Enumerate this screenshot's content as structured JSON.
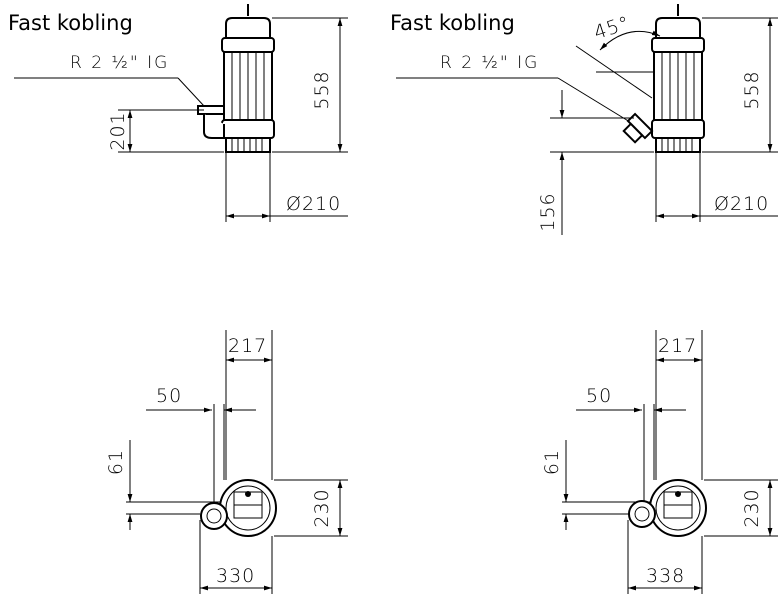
{
  "views": {
    "top_left": {
      "title": "Fast kobling",
      "connection": "R 2 ½\" IG",
      "height_dim": "558",
      "outlet_height_dim": "201",
      "diameter_dim": "Ø210"
    },
    "top_right": {
      "title": "Fast kobling",
      "connection": "R 2 ½\" IG",
      "angle_dim": "45°",
      "height_dim": "558",
      "outlet_height_dim": "156",
      "diameter_dim": "Ø210"
    },
    "bottom_left": {
      "width_dim": "217",
      "offset_dim": "50",
      "outlet_offset_dim": "61",
      "depth_dim": "230",
      "total_dim": "330"
    },
    "bottom_right": {
      "width_dim": "217",
      "offset_dim": "50",
      "outlet_offset_dim": "61",
      "depth_dim": "230",
      "total_dim": "338"
    }
  }
}
